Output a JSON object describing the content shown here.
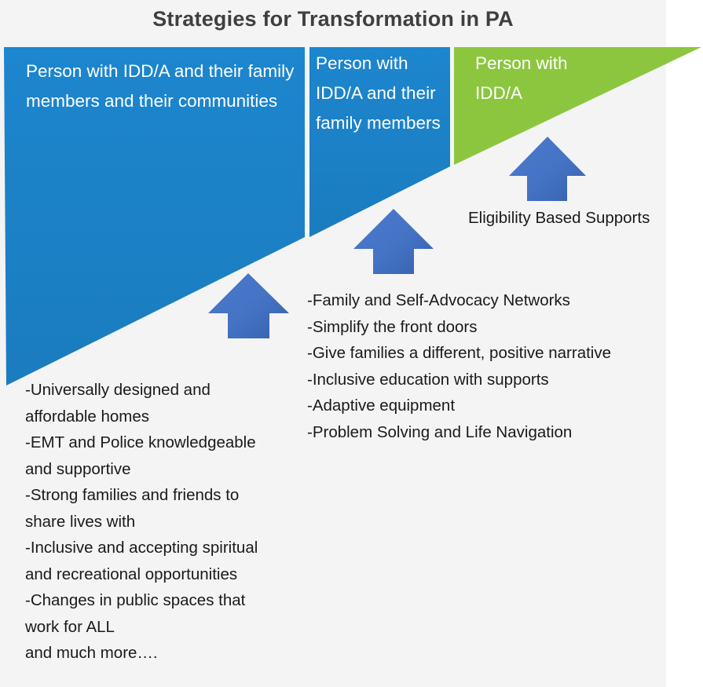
{
  "slide": {
    "title": "Strategies for Transformation in PA",
    "colors": {
      "blue": "#1b82c8",
      "green": "#8cc63f",
      "arrow_blue_light": "#4573c4",
      "arrow_blue_dark": "#3460ad",
      "background": "#f4f4f4",
      "title_text": "#3f3f3f",
      "body_text": "#1a1a1a",
      "label_text": "#ffffff"
    }
  },
  "blocks": [
    {
      "id": "left",
      "label": "Person with IDD/A and their family members and their communities",
      "color": "#1b82c8"
    },
    {
      "id": "middle",
      "label": "Person with IDD/A and their family members",
      "color": "#1b82c8"
    },
    {
      "id": "right",
      "label": "Person with IDD/A",
      "color": "#8cc63f"
    }
  ],
  "columns": {
    "left": {
      "items": [
        "-Universally designed and affordable homes",
        "-EMT and Police knowledgeable and supportive",
        "-Strong families and friends to share lives with",
        "-Inclusive and accepting spiritual and recreational opportunities",
        "-Changes in public spaces that work for ALL",
        "and much more…."
      ],
      "text": "-Universally designed and\naffordable homes\n-EMT and Police knowledgeable\nand supportive\n-Strong families and friends to\nshare lives with\n-Inclusive and accepting spiritual\nand recreational opportunities\n-Changes in public spaces that\nwork for ALL\nand much more…."
    },
    "middle": {
      "items": [
        "-Family and Self-Advocacy Networks",
        "-Simplify the front doors",
        "-Give families a different, positive narrative",
        "-Inclusive education with supports",
        "-Adaptive equipment",
        "-Problem Solving and Life Navigation"
      ],
      "text": "-Family and Self-Advocacy Networks\n-Simplify the front doors\n-Give families a different, positive narrative\n-Inclusive education with supports\n-Adaptive equipment\n-Problem Solving and Life Navigation"
    },
    "right": {
      "caption": "Eligibility Based Supports"
    }
  },
  "arrows": [
    {
      "id": "left-arrow",
      "name": "up-arrow-icon"
    },
    {
      "id": "middle-arrow",
      "name": "up-arrow-icon"
    },
    {
      "id": "right-arrow",
      "name": "up-arrow-icon"
    }
  ]
}
